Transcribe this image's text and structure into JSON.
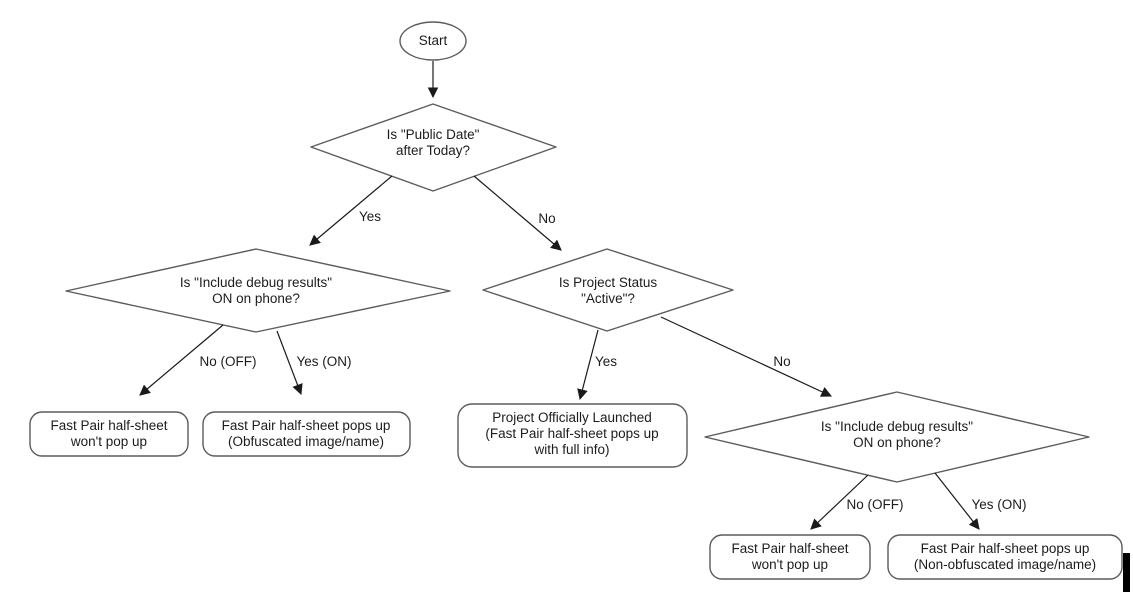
{
  "colors": {
    "background": "#ffffff",
    "shape_stroke": "#5c5c5c",
    "shape_fill": "#ffffff",
    "arrow": "#1a1a1a",
    "text": "#1c1c1c",
    "cursor_bar": "#000000"
  },
  "flowchart": {
    "start": {
      "label": "Start"
    },
    "decisions": {
      "public_date": {
        "line1": "Is \"Public Date\"",
        "line2": "after Today?"
      },
      "debug_left": {
        "line1": "Is \"Include debug results\"",
        "line2": "ON on phone?"
      },
      "project_status": {
        "line1": "Is Project Status",
        "line2": "\"Active\"?"
      },
      "debug_right": {
        "line1": "Is \"Include debug results\"",
        "line2": "ON on phone?"
      }
    },
    "edge_labels": {
      "public_date_yes": "Yes",
      "public_date_no": "No",
      "debug_left_no": "No (OFF)",
      "debug_left_yes": "Yes (ON)",
      "project_status_yes": "Yes",
      "project_status_no": "No",
      "debug_right_no": "No (OFF)",
      "debug_right_yes": "Yes (ON)"
    },
    "outcomes": {
      "left_no": {
        "line1": "Fast Pair half-sheet",
        "line2": "won't pop up"
      },
      "left_yes": {
        "line1": "Fast Pair half-sheet pops up",
        "line2": "(Obfuscated image/name)"
      },
      "launched": {
        "line1": "Project Officially Launched",
        "line2": "(Fast Pair half-sheet pops up",
        "line3": "with full info)"
      },
      "right_no": {
        "line1": "Fast Pair half-sheet",
        "line2": "won't pop up"
      },
      "right_yes": {
        "line1": "Fast Pair half-sheet pops up",
        "line2": "(Non-obfuscated image/name)"
      }
    }
  }
}
